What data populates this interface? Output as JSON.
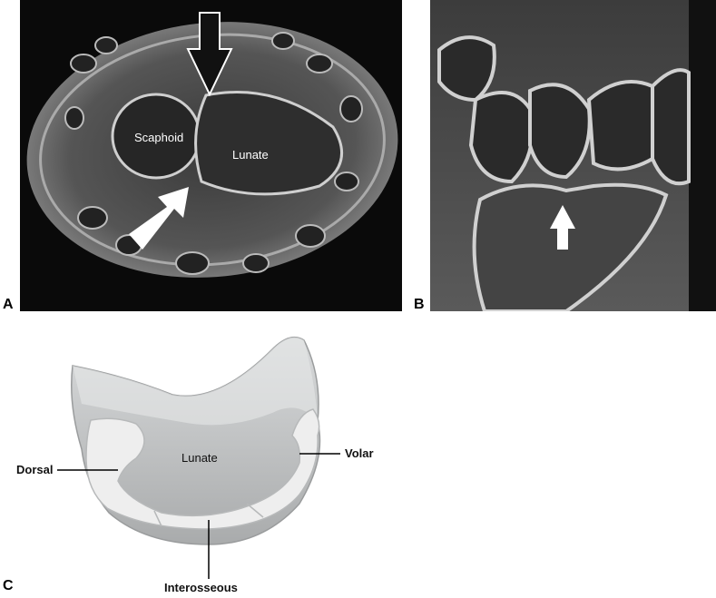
{
  "panels": {
    "a": {
      "label": "A",
      "structures": {
        "scaphoid": "Scaphoid",
        "lunate": "Lunate"
      },
      "arrows": {
        "black": "black-arrow",
        "white": "white-arrow"
      }
    },
    "b": {
      "label": "B",
      "arrows": {
        "white": "white-arrow"
      }
    },
    "c": {
      "label": "C",
      "center": "Lunate",
      "regions": {
        "dorsal": "Dorsal",
        "volar": "Volar",
        "interosseous": "Interosseous"
      }
    }
  },
  "colors": {
    "mri_background": "#0a0a0a",
    "lunate_fill": "#c9cccd",
    "ligament_fill": "#eeeeee",
    "arrow_black": "#111111",
    "arrow_white": "#ffffff"
  }
}
